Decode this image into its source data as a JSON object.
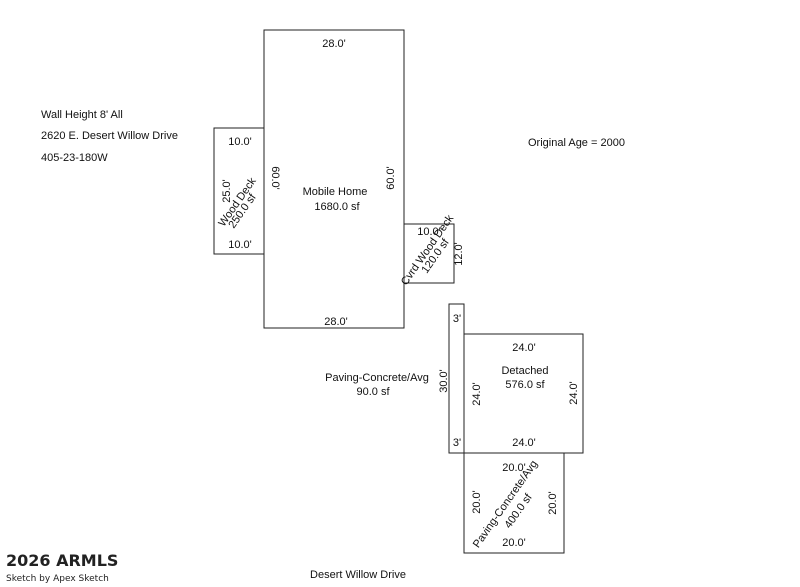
{
  "notes": {
    "wall_height": "Wall Height 8' All",
    "address": "2620 E. Desert Willow Drive",
    "parcel": "405-23-180W",
    "original_age": "Original Age  =  2000",
    "street": "Desert Willow Drive"
  },
  "mobile_home": {
    "name": "Mobile Home",
    "area": "1680.0 sf",
    "top": "28.0'",
    "bottom": "28.0'",
    "left": "60.0'",
    "right": "60.0'"
  },
  "wood_deck": {
    "name": "Wood Deck",
    "area": "250.0 sf",
    "top": "10.0'",
    "bottom": "10.0'",
    "side": "25.0'"
  },
  "covered_deck": {
    "name": "Cvrd Wood Deck",
    "area": "120.0 sf",
    "top": "10.0'",
    "side": "12.0'"
  },
  "paving_strip": {
    "name": "Paving-Concrete/Avg",
    "area": "90.0 sf",
    "top": "3'",
    "bottom": "3'",
    "side": "30.0'"
  },
  "detached": {
    "name": "Detached",
    "area": "576.0 sf",
    "top": "24.0'",
    "bottom": "24.0'",
    "left": "24.0'",
    "right": "24.0'"
  },
  "paving_pad": {
    "name": "Paving-Concrete/Avg",
    "area": "400.0 sf",
    "top": "20.0'",
    "bottom": "20.0'",
    "left": "20.0'",
    "right": "20.0'"
  },
  "branding": {
    "copyright": "2026 ARMLS",
    "sketch_by": "Sketch by Apex Sketch"
  }
}
